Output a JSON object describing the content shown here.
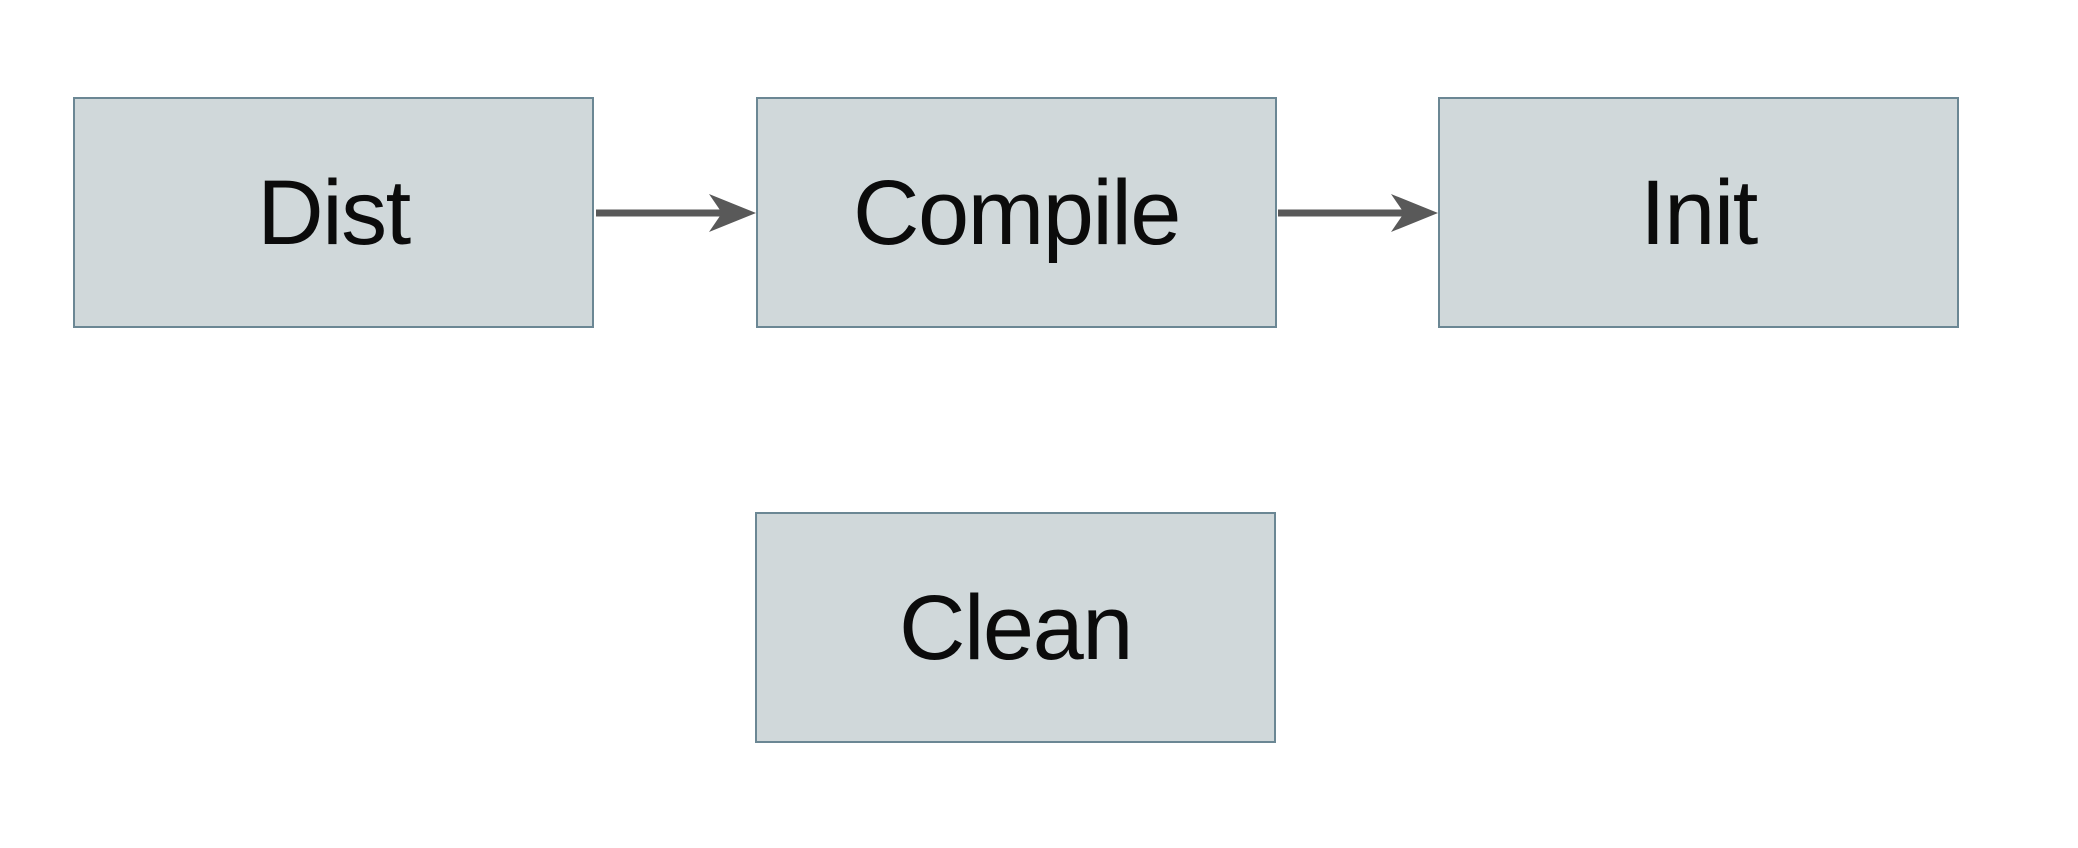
{
  "diagram": {
    "nodes": {
      "dist": {
        "label": "Dist"
      },
      "compile": {
        "label": "Compile"
      },
      "init": {
        "label": "Init"
      },
      "clean": {
        "label": "Clean"
      }
    },
    "edges": [
      {
        "from": "Dist",
        "to": "Compile"
      },
      {
        "from": "Compile",
        "to": "Init"
      }
    ],
    "colors": {
      "background": "#ffffff",
      "node_fill": "#d0d8da",
      "node_border": "#6b8794",
      "arrow": "#595959",
      "text": "#0b0b0b"
    }
  }
}
